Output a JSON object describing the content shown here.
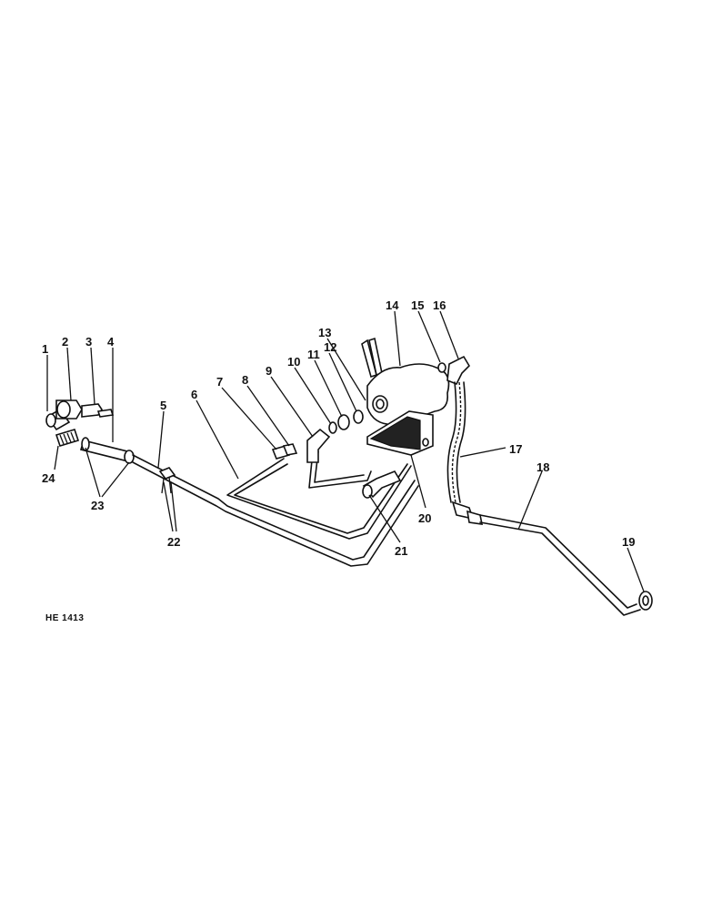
{
  "figure_ref": "HE 1413",
  "callouts": [
    "1",
    "2",
    "3",
    "4",
    "5",
    "6",
    "7",
    "8",
    "9",
    "10",
    "11",
    "12",
    "13",
    "14",
    "15",
    "16",
    "17",
    "18",
    "19",
    "20",
    "21",
    "22",
    "23",
    "24"
  ],
  "colors": {
    "ink": "#111111",
    "paper": "#ffffff"
  }
}
